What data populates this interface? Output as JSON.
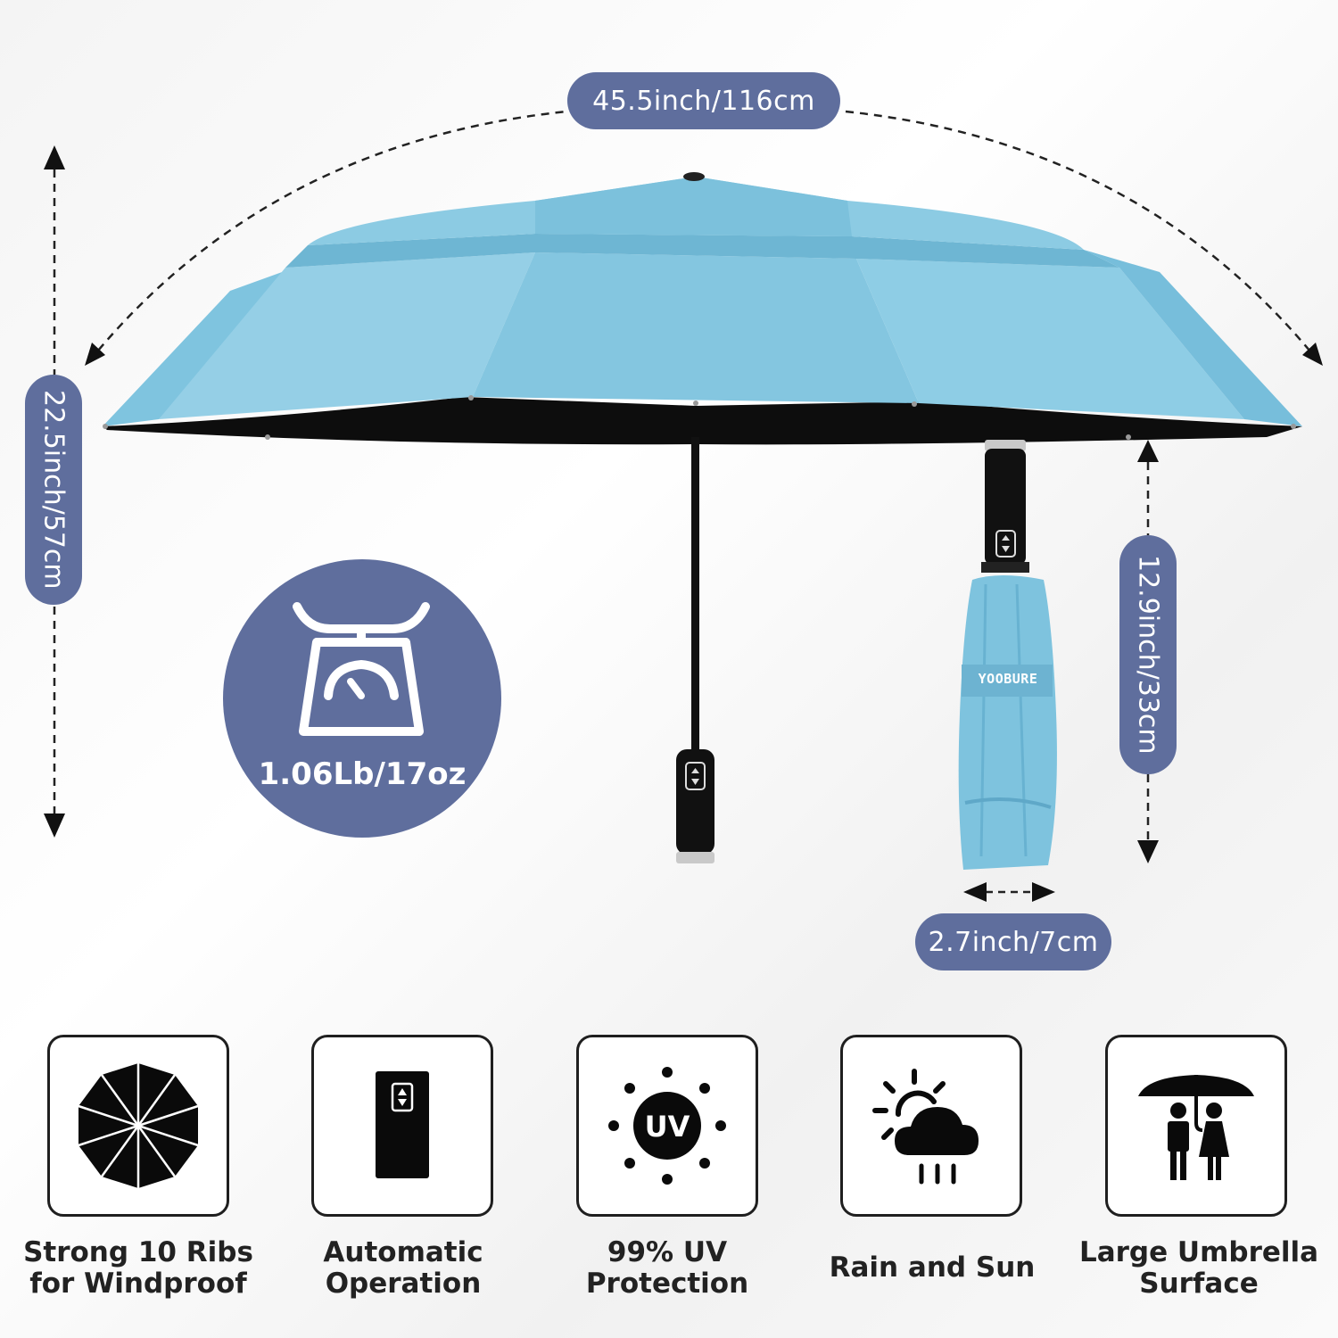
{
  "dimensions": {
    "open_width": "45.5inch/116cm",
    "open_height": "22.5inch/57cm",
    "folded_length": "12.9inch/33cm",
    "folded_width": "2.7inch/7cm"
  },
  "weight": {
    "label": "1.06Lb/17oz",
    "icon": "scale-icon"
  },
  "brand": "YOOBURE",
  "features": [
    {
      "icon": "ten-ribs-icon",
      "line1": "Strong 10 Ribs",
      "line2": "for Windproof"
    },
    {
      "icon": "auto-button-icon",
      "line1": "Automatic",
      "line2": "Operation"
    },
    {
      "icon": "uv-sun-icon",
      "line1": "99% UV",
      "line2": "Protection"
    },
    {
      "icon": "sun-cloud-rain-icon",
      "line1": "Rain and Sun",
      "line2": ""
    },
    {
      "icon": "couple-under-umbrella-icon",
      "line1": "Large Umbrella",
      "line2": "Surface"
    }
  ],
  "colors": {
    "pill": "#5f6e9d",
    "canopy": "#7ec3de",
    "canopy_light": "#9fd3e8",
    "canopy_dark": "#67b3d2",
    "shaft": "#111111"
  }
}
